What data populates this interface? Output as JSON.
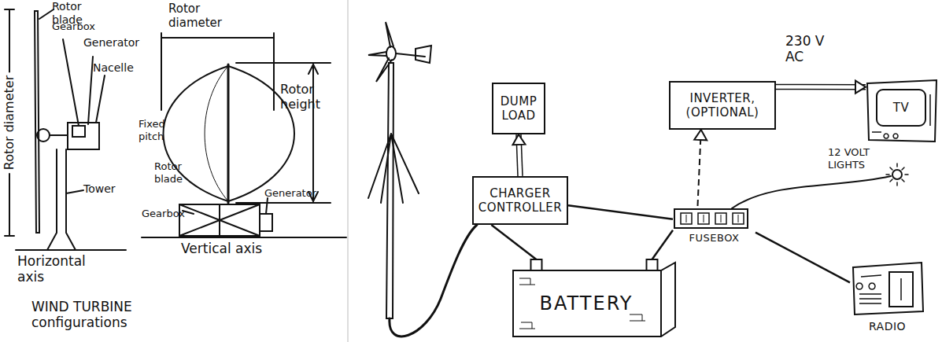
{
  "diagram": {
    "nodes": [
      {
        "text": [
          "DUMP LOAD"
        ]
      },
      {
        "text": [
          "INVERTER, (OPTIONAL)"
        ]
      },
      {
        "text": [
          "TV"
        ]
      },
      {
        "text": [
          "CHARGER CONTROLLER"
        ]
      },
      {
        "text": [
          "FUSEBOX"
        ]
      },
      {
        "text": [
          "BATTERY"
        ]
      },
      {
        "text": [
          "RADIO"
        ]
      }
    ],
    "edges": [
      {
        "from": 3,
        "to": 0,
        "arrow": "to"
      },
      {
        "from": 4,
        "to": 1,
        "arrow": "to"
      },
      {
        "from": 1,
        "to": 2,
        "arrow": "to",
        "label": "230 V AC"
      },
      {
        "from": 3,
        "to": 4,
        "arrow": "none"
      },
      {
        "from": 5,
        "to": 4,
        "arrow": "none"
      },
      {
        "from": 4,
        "to": 6,
        "arrow": "none"
      },
      {
        "from": 3,
        "to": 5,
        "arrow": "none"
      }
    ],
    "labels": [
      "Rotor blade",
      "Gearbox",
      "Generator",
      "Nacelle",
      "Rotor diameter",
      "Tower",
      "Horizontal axis",
      "Rotor diameter",
      "Rotor height",
      "Fixed pitch",
      "Rotor blade",
      "Gearbox",
      "Generator",
      "Vertical axis",
      "WIND TURBINE configurations",
      "12 VOLT LIGHTS"
    ]
  }
}
